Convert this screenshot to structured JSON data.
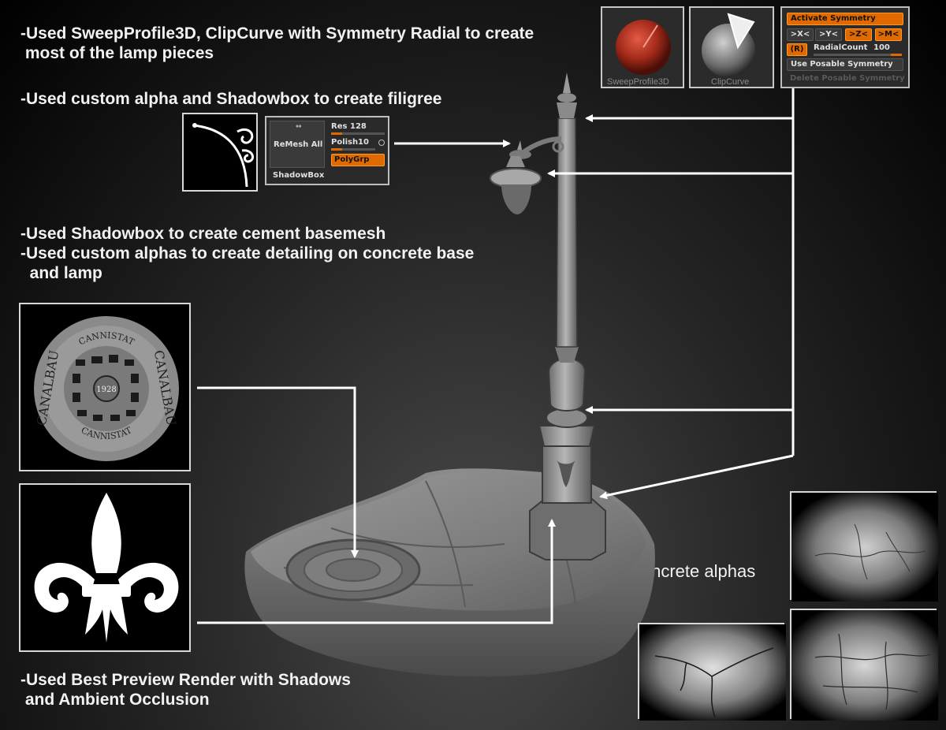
{
  "notes": {
    "sweep": "-Used SweepProfile3D, ClipCurve with Symmetry Radial to create\n most of the lamp pieces",
    "filigree": "-Used custom alpha and Shadowbox to create filigree",
    "cement": "-Used Shadowbox to create cement basemesh\n-Used custom alphas to create detailing on concrete base\n  and lamp",
    "render": "-Used Best Preview Render with Shadows\n and Ambient Occlusion",
    "concrete": "Concrete alphas"
  },
  "brushes": {
    "sweep_label": "SweepProfile3D",
    "clip_label": "ClipCurve"
  },
  "symmetry": {
    "activate": "Activate Symmetry",
    "x": ">X<",
    "y": ">Y<",
    "z": ">Z<",
    "m": ">M<",
    "r": "(R)",
    "radial_label": "RadialCount",
    "radial_value": "100",
    "posable": "Use Posable Symmetry",
    "delete_posable": "Delete Posable Symmetry"
  },
  "shadowbox": {
    "remesh_all": "ReMesh All",
    "res_label": "Res",
    "res_value": "128",
    "polish_label": "Polish",
    "polish_value": "10",
    "polygrp": "PolyGrp",
    "title": "ShadowBox"
  },
  "manhole": {
    "top": "CANNISTAT",
    "left": "CANALBAU",
    "right": "CANALBAU",
    "bottom": "CANNISTAT",
    "year": "1928"
  },
  "colors": {
    "accent": "#e06a00",
    "sweep_sphere": "#b0301e"
  }
}
